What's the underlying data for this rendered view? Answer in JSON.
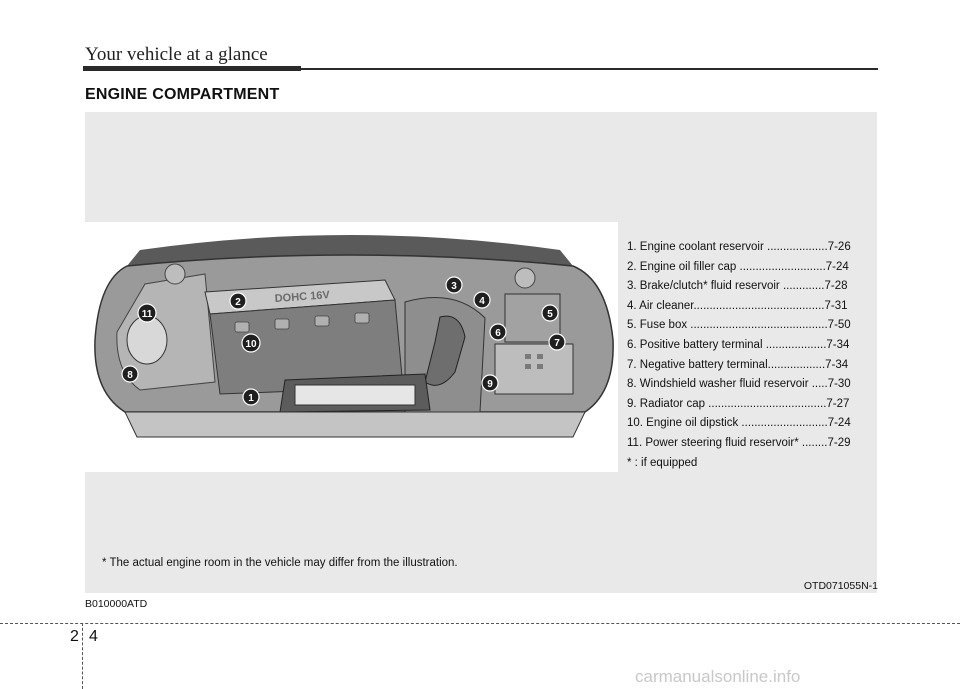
{
  "header": {
    "title": "Your vehicle at a glance"
  },
  "section": {
    "title": "ENGINE COMPARTMENT"
  },
  "legend": {
    "items": [
      "1. Engine coolant reservoir ...................7-26",
      "2. Engine oil filler cap ...........................7-24",
      "3. Brake/clutch* fluid reservoir .............7-28",
      "4. Air cleaner.........................................7-31",
      "5. Fuse box ...........................................7-50",
      "6. Positive battery terminal ...................7-34",
      "7. Negative battery terminal..................7-34",
      "8. Windshield washer fluid reservoir .....7-30",
      "9. Radiator cap .....................................7-27",
      "10. Engine oil dipstick ...........................7-24",
      "11. Power steering fluid reservoir* ........7-29",
      "* : if equipped"
    ]
  },
  "illustration": {
    "engine_cover_text": "DOHC 16V",
    "callouts": [
      "1",
      "2",
      "3",
      "4",
      "5",
      "6",
      "7",
      "8",
      "9",
      "10",
      "11"
    ]
  },
  "disclaimer": "* The actual engine room in the vehicle may differ from the illustration.",
  "figure_code": "OTD071055N-1",
  "doc_code": "B010000ATD",
  "page": {
    "chapter": "2",
    "number": "4"
  },
  "watermark": "carmanualsonline.info"
}
